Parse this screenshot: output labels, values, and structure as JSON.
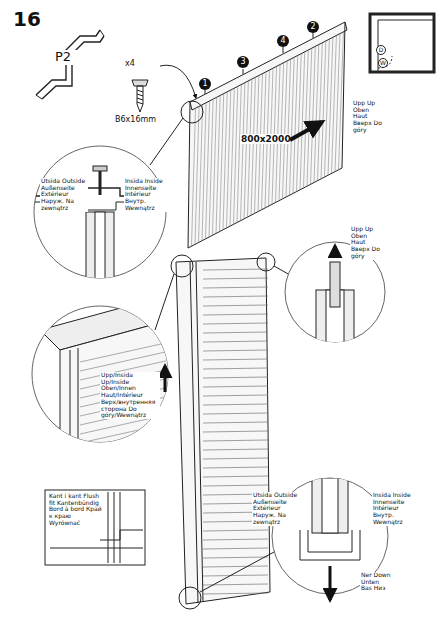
{
  "diagram": {
    "labels": [
      "16",
      "P2",
      "x4",
      "B6x16mm",
      "1",
      "3",
      "4",
      "2",
      "Upp Up Oben Haut Вверх Do góry",
      "800x2000",
      "D",
      "W",
      "Utsida Outside Außenseite Extérieur Наруж. Na zewnątrz",
      "Insida Inside Innenseite Intérieur Внутр. Wewnątrz",
      "Upp Up Oben Haut Вверх Do góry",
      "Upp/Insida Up/Inside Oben/Innen Haut/Intérieur Верх/внутренняя сторона Do góry/Wewnątrz",
      "Kant i kant Flush fit Kantenbündig Bord à bord Край к краю Wyrównać",
      "Utsida Outside Außenseite Extérieur Наруж. Na zewnątrz",
      "Insida Inside Innenseite Intérieur Внутр. Wewnątrz",
      "Ner Down Unten Bas Низ"
    ]
  }
}
